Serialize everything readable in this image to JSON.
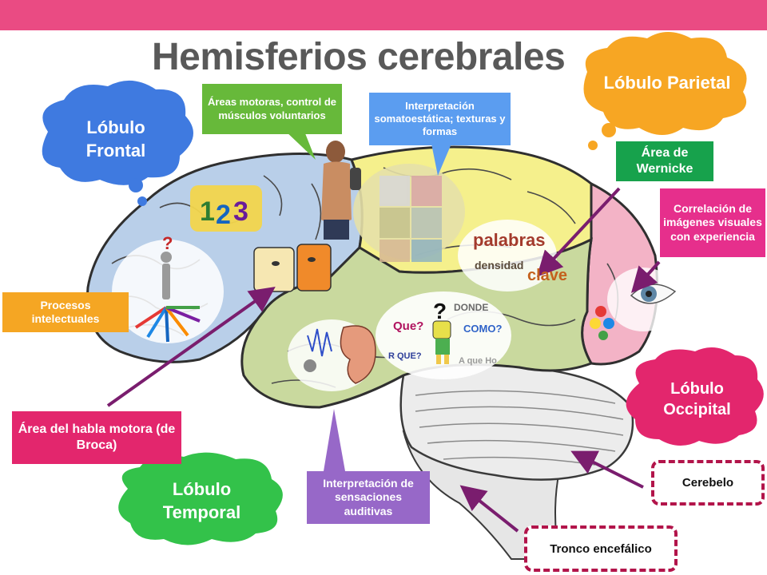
{
  "title": "Hemisferios cerebrales",
  "lobes": {
    "frontal": "Lóbulo Frontal",
    "parietal": "Lóbulo Parietal",
    "temporal": "Lóbulo Temporal",
    "occipital": "Lóbulo Occipital"
  },
  "boxes": {
    "motor": "Áreas motoras, control de músculos voluntarios",
    "somato": "Interpretación somatoestática; texturas y formas",
    "wernicke": "Área de Wernicke",
    "visual": "Correlación de imágenes visuales con experiencia",
    "intelectual": "Procesos intelectuales",
    "broca": "Área del habla motora (de Broca)",
    "auditivas": "Interpretación de sensaciones auditivas",
    "cerebelo": "Cerebelo",
    "tronco": "Tronco encefálico"
  },
  "inner_words": {
    "palabras": "palabras",
    "densidad": "densidad",
    "clave": "clave",
    "que": "Que?",
    "donde": "DONDE",
    "como": "COMO?",
    "porque": "R QUE?",
    "aque": "A que Ho",
    "question": "?"
  },
  "colors": {
    "header": "#ea4b83",
    "frontal_lobe": "#b8cde8",
    "parietal_lobe": "#f4ef8a",
    "temporal_lobe": "#c8d89c",
    "occipital_lobe": "#f3b3c6",
    "cerebellum": "#e8e8e8",
    "arrow": "#7a1d6e"
  }
}
